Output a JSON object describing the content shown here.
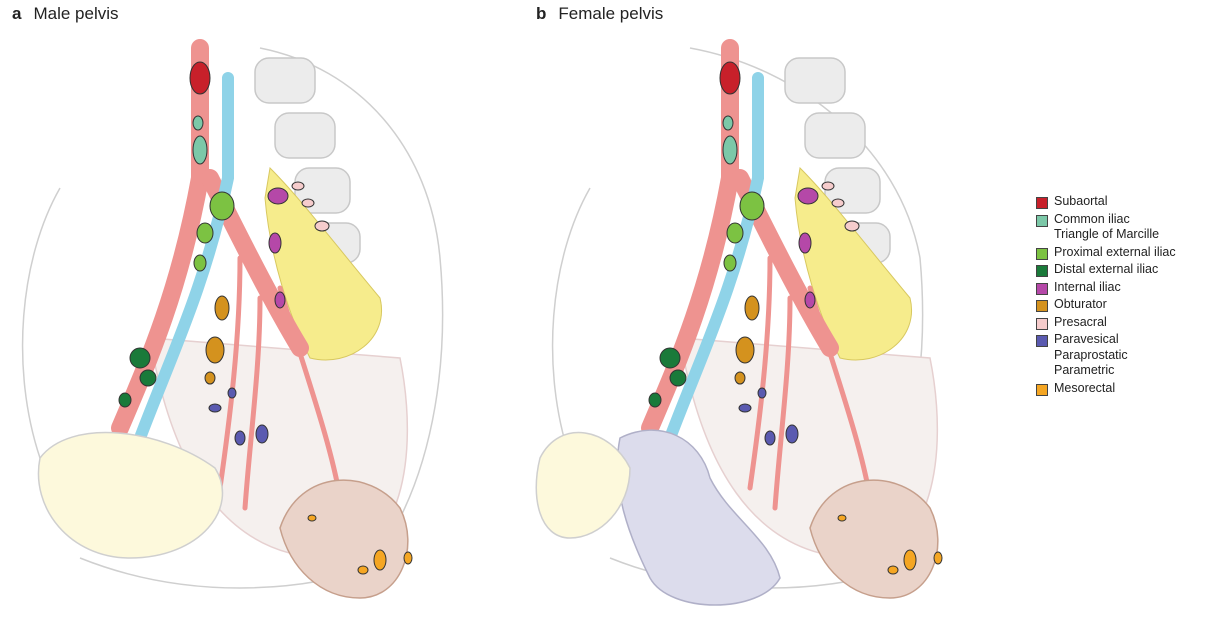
{
  "panels": [
    {
      "letter": "a",
      "title": "Male pelvis"
    },
    {
      "letter": "b",
      "title": "Female pelvis"
    }
  ],
  "legend": [
    {
      "lines": [
        "Subaortal"
      ],
      "color": "#c8202a"
    },
    {
      "lines": [
        "Common iliac",
        "Triangle of Marcille"
      ],
      "color": "#7cc8a8"
    },
    {
      "lines": [
        "Proximal external iliac"
      ],
      "color": "#7cc242"
    },
    {
      "lines": [
        "Distal external iliac"
      ],
      "color": "#1a7a3a"
    },
    {
      "lines": [
        "Internal iliac"
      ],
      "color": "#b548a8"
    },
    {
      "lines": [
        "Obturator"
      ],
      "color": "#d4921e"
    },
    {
      "lines": [
        "Presacral"
      ],
      "color": "#f6cccc"
    },
    {
      "lines": [
        "Paravesical",
        "Paraprostatic",
        "Parametric"
      ],
      "color": "#5a5ab0"
    },
    {
      "lines": [
        "Mesorectal"
      ],
      "color": "#f5a623"
    }
  ]
}
